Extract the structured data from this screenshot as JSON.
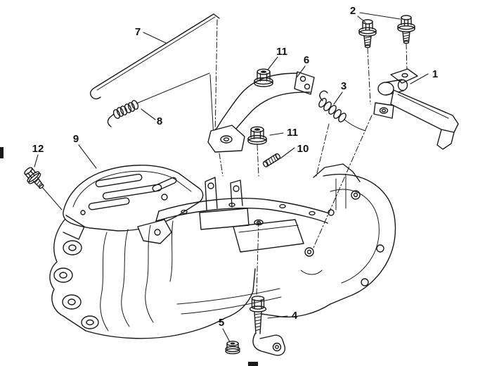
{
  "figure": {
    "kind": "exploded-parts-diagram",
    "background": "#ffffff",
    "ink": "#1a1a1a",
    "callouts": [
      {
        "label": "1"
      },
      {
        "label": "2"
      },
      {
        "label": "3"
      },
      {
        "label": "4"
      },
      {
        "label": "5"
      },
      {
        "label": "6"
      },
      {
        "label": "7"
      },
      {
        "label": "8"
      },
      {
        "label": "9"
      },
      {
        "label": "10"
      },
      {
        "label": "11"
      },
      {
        "label": "11"
      },
      {
        "label": "12"
      }
    ]
  }
}
